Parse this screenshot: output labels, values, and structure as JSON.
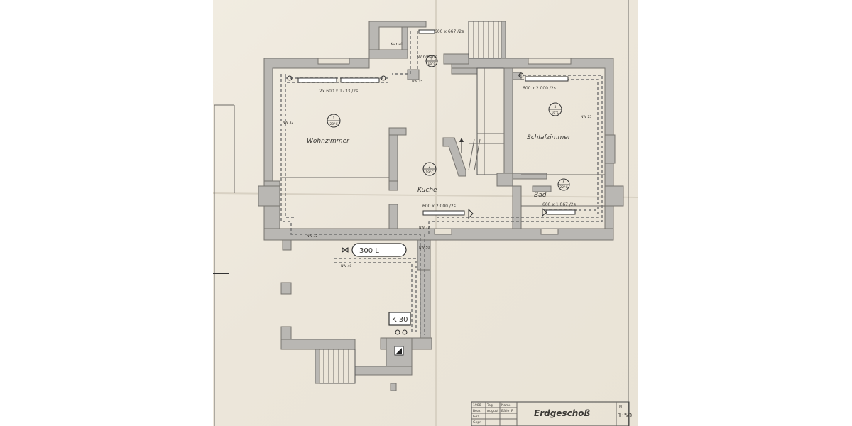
{
  "rooms": {
    "wohnzimmer": "Wohnzimmer",
    "schlafzimmer": "Schlafzimmer",
    "kuche": "Küche",
    "bad": "Bad",
    "windfang": "Windfang",
    "kanal": "Kanal"
  },
  "room_markers": {
    "wohnzimmer": {
      "top": "1",
      "bottom": "20°C"
    },
    "kuche": {
      "top": "2",
      "bottom": "19°C"
    },
    "schlafzimmer": {
      "top": "3",
      "bottom": "16°C"
    },
    "windfang": {
      "top": "4",
      "bottom": "16°C"
    },
    "bad": {
      "top": "5",
      "bottom": "22°C"
    }
  },
  "radiators": {
    "wohn": "2x 600 x 1733 /2s",
    "schlaf": "600 x 2 000 /2s",
    "kuche": "600 x 2 000 /2s",
    "bad": "600 x 1 067 /2s",
    "windfang": "600 x 667 /2s"
  },
  "pipes": {
    "nw15": "NW 15",
    "nw32_left": "NW 32",
    "nw25": "NW 25",
    "nw32_lower": "NW 32",
    "nw32_short": "NW 32",
    "nw50": "NW 50",
    "nw40": "NW 40"
  },
  "equipment": {
    "tank": "300 L",
    "boiler": "K 30"
  },
  "title_block": {
    "sheet_title": "Erdgeschoß",
    "scale_label": "M",
    "scale": "1:50",
    "header_cols": [
      "1988",
      "Tag",
      "Name"
    ],
    "row_labels": [
      "Bear.",
      "Gez.",
      "Gepr."
    ],
    "row1_values": [
      "August",
      "Bälle",
      "F"
    ]
  }
}
